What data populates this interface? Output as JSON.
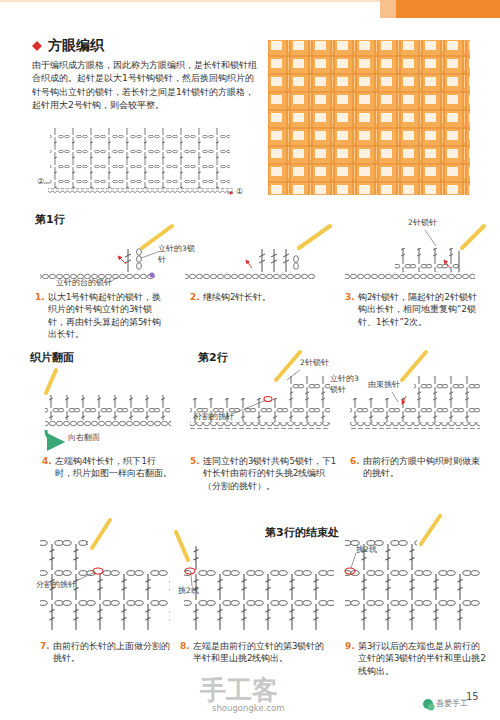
{
  "diagram": {
    "title": "方眼编织",
    "labels": [
      "由于编织成方眼格，因此称为方眼编织，是长针和锁针组合织成的。起针是以大1号针钩锁针，然后换回钩织片的针号钩出立针的锁针，若长针之间是1针锁针的方眼格，起针用大2号针钩，则会较平整。",
      "②",
      "①",
      "第1行",
      "立针的3锁针",
      "立针的台的锁针",
      "1.",
      "以大1号针钩起针的锁针，换织片的针号钩立针的3针锁针，再由针头算起的第5针钩出长针。",
      "2.",
      "继续钩2针长针。",
      "2针锁针",
      "3.",
      "钩2针锁针，隔起针的2针锁针钩出长针，相同地重复钩“2锁针、1长针”2次。",
      "织片翻面",
      "向右翻面",
      "4.",
      "左端钩4针长针，织下1行时，织片如图一样向右翻面。",
      "第2行",
      "2针锁针",
      "立针的3锁针",
      "分割的挑针",
      "5.",
      "连同立针的3锁针共钩5锁针，下1针长针由前行的针头挑2线编织（分割的挑针）。",
      "由束挑针",
      "6.",
      "由前行的方眼中钩织时则做束的挑针。",
      "第3行的结束处",
      "分割的挑针",
      "7.",
      "由前行的长针的上面做分割的挑针。",
      "挑2线",
      "8.",
      "左端是由前行的立针的第3锁针的半针和里山挑2线钩出。",
      "挑2线",
      "9.",
      "第3行以后的左端也是从前行的立针的第3锁针的半针和里山挑2线钩出。",
      "15",
      "手工客",
      "shougongke.com",
      "吾爱手工"
    ]
  }
}
